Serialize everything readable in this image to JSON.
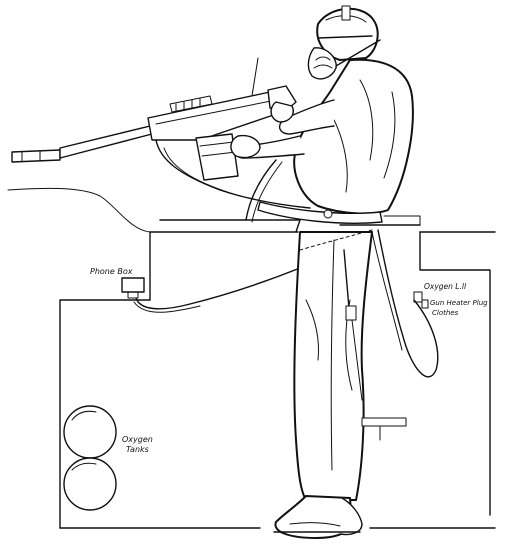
{
  "labels": {
    "phone_box": "Phone Box",
    "oxygen_lead": "Oxygen L.ll",
    "gun_heater": "Gun Heater Plug",
    "clothes": "Clothes",
    "oxygen_tanks_1": "Oxygen",
    "oxygen_tanks_2": "Tanks"
  },
  "colors": {
    "ink": "#111111",
    "paper": "#ffffff"
  }
}
